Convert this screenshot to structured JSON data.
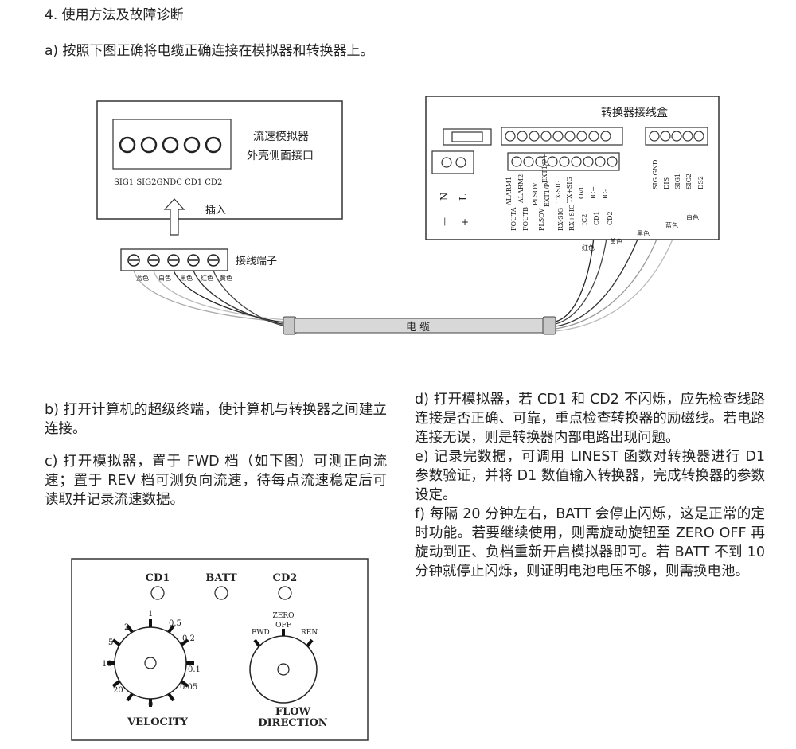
{
  "section_title": "4. 使用方法及故障诊断",
  "para_a": "a) 按照下图正确将电缆正确连接在模拟器和转换器上。",
  "simulator": {
    "title_line1": "流速模拟器",
    "title_line2": "外壳侧面接口",
    "pin_labels": "SIG1 SIG2GNDC CD1  CD2",
    "insert_label": "插入"
  },
  "terminal_label": "接线端子",
  "terminal_wire_colors": [
    "蓝色",
    "白色",
    "黑色",
    "红色",
    "黄色"
  ],
  "cable_label": "电  缆",
  "converter": {
    "title": "转换器接线盒",
    "power_labels": [
      "N",
      "L"
    ],
    "power_signs": [
      "—",
      "+"
    ],
    "terminal_labels": [
      "FOUTA",
      "ALARM1",
      "FOUTB",
      "ALARM2",
      "PLSOV",
      "PLSOV",
      "EXT1/P-",
      "EXT1/P+",
      "RX-SIG",
      "TX-SIG",
      "RX+SIG",
      "TX+SIG",
      "OVC",
      "IC2",
      "IC+",
      "CD1",
      "IC-",
      "CD2"
    ],
    "right_labels": [
      "SIG GND",
      "DIS",
      "SIG1",
      "SIG2",
      "DS2"
    ],
    "wire_colors": [
      "红色",
      "黄色",
      "黑色",
      "蓝色",
      "白色"
    ]
  },
  "para_b": "b) 打开计算机的超级终端，使计算机与转换器之间建立连接。",
  "para_c": "c) 打开模拟器，置于 FWD 档（如下图）可测正向流速；置于 REV 档可测负向流速，待每点流速稳定后可读取并记录流速数据。",
  "para_d": "d) 打开模拟器，若 CD1 和 CD2 不闪烁，应先检查线路连接是否正确、可靠，重点检查转换器的励磁线。若电路连接无误，则是转换器内部电路出现问题。",
  "para_e": "e) 记录完数据，可调用 LINEST 函数对转换器进行 D1 参数验证，并将 D1 数值输入转换器，完成转换器的参数设定。",
  "para_f": "f) 每隔 20 分钟左右，BATT 会停止闪烁，这是正常的定时功能。若要继续使用，则需旋动旋钮至 ZERO OFF 再旋动到正、负档重新开启模拟器即可。若 BATT 不到 10 分钟就停止闪烁，则证明电池电压不够，则需换电池。",
  "panel": {
    "indicators": [
      "CD1",
      "BATT",
      "CD2"
    ],
    "velocity_ticks": [
      "20",
      "10",
      "5",
      "2",
      "1",
      "0.5",
      "0.2",
      "0.1",
      "0.05",
      "0"
    ],
    "velocity_label": "VELOCITY",
    "flow_ticks": [
      "FWD",
      "ZERO",
      "OFF",
      "REN"
    ],
    "flow_label_line1": "FLOW",
    "flow_label_line2": "DIRECTION"
  }
}
